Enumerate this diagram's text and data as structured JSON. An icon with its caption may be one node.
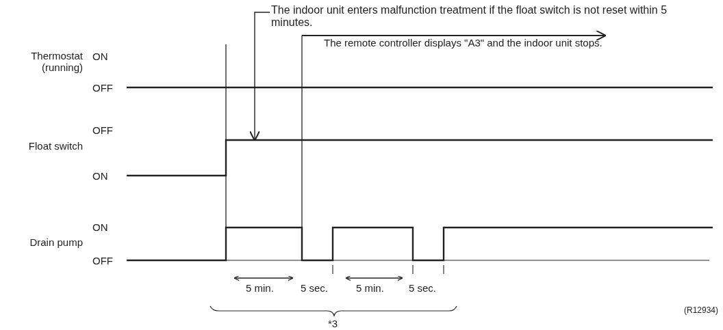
{
  "diagram": {
    "nodes": [
      {
        "text": [
          "The indoor unit enters malfunction treatment if the float switch is not reset within 5 minutes."
        ]
      },
      {
        "text": [],
        "shape": "line"
      }
    ],
    "edges": [
      {
        "from": 0,
        "to": 1,
        "arrow": "to"
      }
    ],
    "labels": [
      "The remote controller displays \"A3\" and the indoor unit stops.",
      "Thermostat (running)",
      "ON",
      "OFF",
      "Float switch",
      "OFF",
      "ON",
      "Drain pump",
      "ON",
      "OFF",
      "5 min.",
      "5 sec.",
      "5 min.",
      "5 sec.",
      "*3",
      "(R12934)"
    ]
  }
}
